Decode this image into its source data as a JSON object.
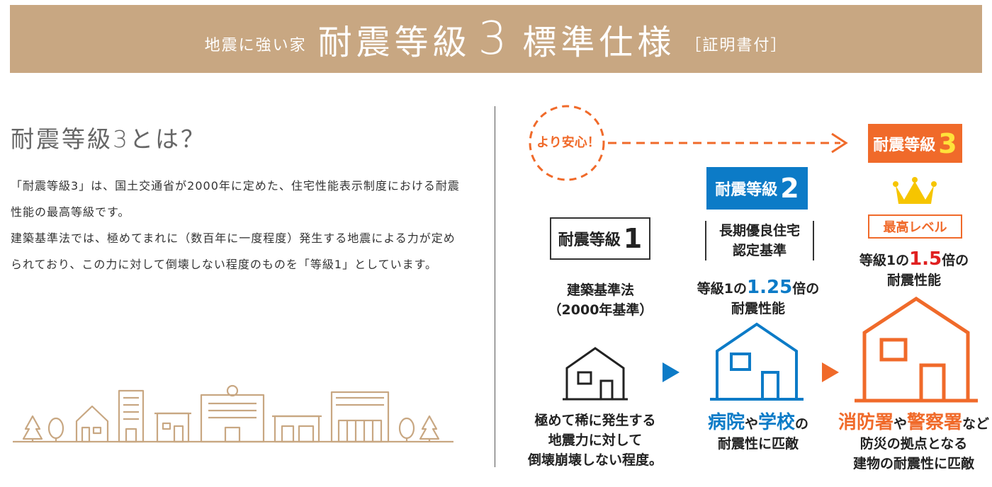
{
  "banner": {
    "prefix": "地震に強い家",
    "title": "耐震等級",
    "grade": "3",
    "suffix": "標準仕様",
    "note": "［証明書付］"
  },
  "section": {
    "heading": "耐震等級3とは？",
    "paragraph1": "「耐震等級3」は、国土交通省が2000年に定めた、住宅性能表示制度における耐震性能の最高等級です。",
    "paragraph2": "建築基準法では、極めてまれに（数百年に一度程度）発生する地震による力が定められており、この力に対して倒壊しない程度のものを「等級1」としています。"
  },
  "diagram": {
    "safer_label": "より安心！",
    "grade1": {
      "label": "耐震等級",
      "num": "1",
      "sub1": "建築基準法",
      "sub2": "（2000年基準）",
      "desc1": "極めて稀に発生する",
      "desc2": "地震力に対して",
      "desc3": "倒壊崩壊しない程度。"
    },
    "grade2": {
      "label": "耐震等級",
      "num": "2",
      "cert1": "長期優良住宅",
      "cert2": "認定基準",
      "mult_pre": "等級1の",
      "mult": "1.25",
      "mult_post": "倍の",
      "perf": "耐震性能",
      "desc_a": "病院",
      "desc_b": "や",
      "desc_c": "学校",
      "desc_d": "の",
      "desc2": "耐震性に匹敵"
    },
    "grade3": {
      "label": "耐震等級",
      "num": "3",
      "top": "最高レベル",
      "mult_pre": "等級1の",
      "mult": "1.5",
      "mult_post": "倍の",
      "perf": "耐震性能",
      "desc_a": "消防署",
      "desc_b": "や",
      "desc_c": "警察署",
      "desc_d": "など",
      "desc2": "防災の拠点となる",
      "desc3": "建物の耐震性に匹敵"
    },
    "colors": {
      "blue": "#0c7bc7",
      "orange": "#f06a2a",
      "red": "#e02020",
      "banner": "#c8a782"
    }
  }
}
